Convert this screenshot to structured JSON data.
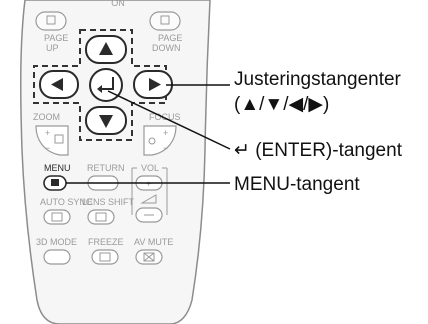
{
  "remote": {
    "page_up": [
      "PAGE",
      "UP"
    ],
    "page_down": [
      "PAGE",
      "DOWN"
    ],
    "zoom": "ZOOM",
    "focus": "FOCUS",
    "menu": "MENU",
    "return": "RETURN",
    "vol": "VOL",
    "auto_sync": "AUTO SYNC",
    "lens_shift": "LENS SHIFT",
    "mode_3d": "3D MODE",
    "freeze": "FREEZE",
    "av_mute": "AV MUTE",
    "top_partial": "ON"
  },
  "callouts": {
    "adjust_line1": "Justeringstangenter",
    "adjust_line2": "(▲/▼/◀/▶)",
    "enter": "↵ (ENTER)-tangent",
    "menu": "MENU-tangent"
  },
  "colors": {
    "body_fill": "#f4f4f4",
    "outline": "#8c8c8c",
    "button_gray": "#b0b0b0",
    "dark": "#2a2a2a",
    "dashed": "#333333"
  }
}
